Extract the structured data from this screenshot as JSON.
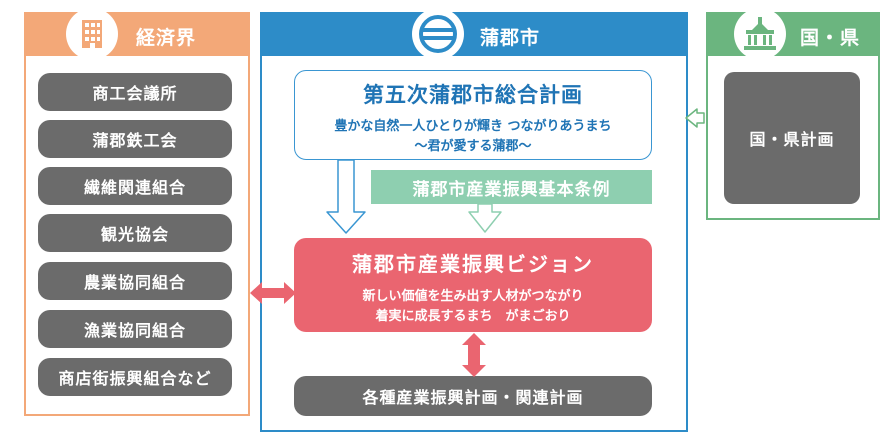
{
  "economy": {
    "title": "経済界",
    "icon": "building-icon",
    "color": "#f3a878",
    "items": [
      "商工会議所",
      "蒲郡鉄工会",
      "繊維関連組合",
      "観光協会",
      "農業協同組合",
      "漁業協同組合",
      "商店街振興組合など"
    ]
  },
  "city": {
    "title": "蒲郡市",
    "icon": "city-emblem-icon",
    "color": "#2d8cc8",
    "comprehensive_plan": {
      "title": "第五次蒲郡市総合計画",
      "subtitle_line1": "豊かな自然一人ひとりが輝き つながりあうまち",
      "subtitle_line2": "～君が愛する蒲郡～"
    },
    "ordinance": "蒲郡市産業振興基本条例",
    "vision": {
      "title": "蒲郡市産業振興ビジョン",
      "subtitle_line1": "新しい価値を生み出す人材がつながり",
      "subtitle_line2": "着実に成長するまち　がまごおり"
    },
    "related_plans": "各種産業振興計画・関連計画"
  },
  "national": {
    "title": "国・県",
    "icon": "government-building-icon",
    "color": "#6bb57f",
    "plan": "国・県計画"
  },
  "colors": {
    "vision": "#ea6570",
    "ordinance": "#8ecfb0",
    "dark_box": "#6b6b6b"
  }
}
